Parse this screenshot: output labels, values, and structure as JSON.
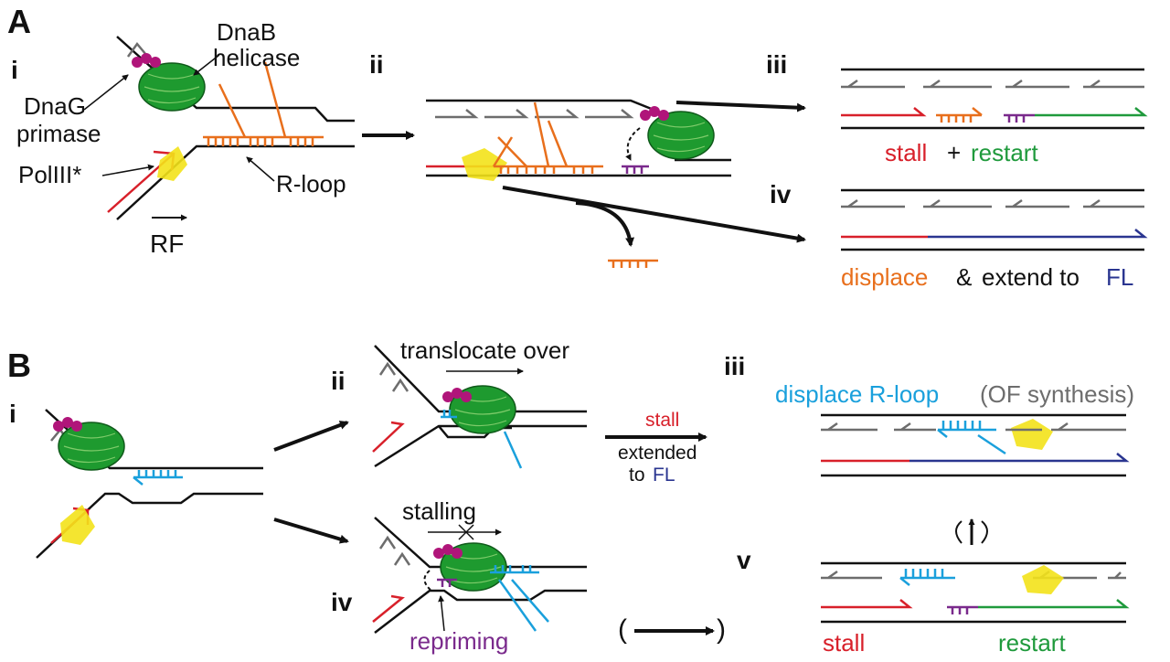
{
  "colors": {
    "black": "#111111",
    "gray": "#6d6d6d",
    "red": "#d8202a",
    "green": "#1f9a3c",
    "blue": "#2a3590",
    "orange": "#e86f1c",
    "purple": "#7a2a8c",
    "cyan": "#1aa0dc",
    "helicase": "#1e9a2f",
    "primase": "#b0157a",
    "polymerase": "#f3e21a"
  },
  "panelA": {
    "label": "A",
    "i": {
      "numeral": "i",
      "dnab": "DnaB",
      "helicase": "helicase",
      "dnag": "DnaG",
      "primase": "primase",
      "pol": "PolIII*",
      "rloop": "R-loop",
      "rf": "RF"
    },
    "ii": {
      "numeral": "ii"
    },
    "iii": {
      "numeral": "iii",
      "stall": "stall",
      "plus": "+",
      "restart": "restart"
    },
    "iv": {
      "numeral": "iv",
      "displace": "displace",
      "amp": "&",
      "extend": "extend to",
      "fl": "FL"
    }
  },
  "panelB": {
    "label": "B",
    "i": {
      "numeral": "i"
    },
    "ii": {
      "numeral": "ii",
      "translocate": "translocate over"
    },
    "middle": {
      "stall": "stall",
      "extended": "extended",
      "to": "to",
      "fl": "FL"
    },
    "iii": {
      "numeral": "iii",
      "displace": "displace R-loop",
      "of": "(OF synthesis)"
    },
    "iv": {
      "numeral": "iv",
      "stalling": "stalling",
      "repriming": "repriming",
      "open": "(",
      "close": ")"
    },
    "v": {
      "numeral": "v",
      "stall": "stall",
      "restart": "restart"
    }
  }
}
